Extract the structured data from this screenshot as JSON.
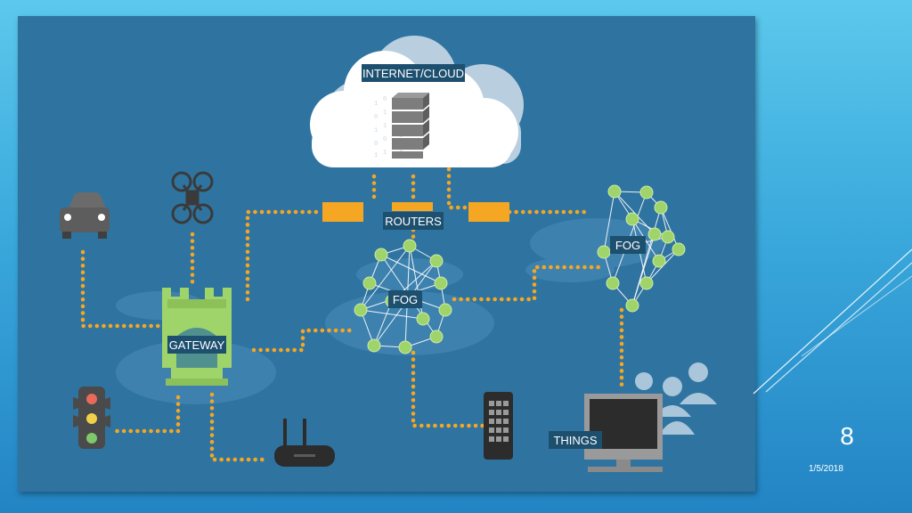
{
  "diagram": {
    "labels": {
      "cloud": "INTERNET/CLOUD",
      "routers": "ROUTERS",
      "fog_center": "FOG",
      "fog_right": "FOG",
      "gateway": "GATEWAY",
      "things": "THINGS"
    },
    "icons": [
      "cloud-icon",
      "server-stack-icon",
      "router-icon",
      "mesh-network-icon",
      "car-icon",
      "drone-icon",
      "castle-gateway-icon",
      "traffic-light-icon",
      "wifi-router-icon",
      "smartphone-icon",
      "monitor-icon",
      "people-icon"
    ],
    "colors": {
      "connector": "#f5a623",
      "fog_node": "#9fd46a",
      "gateway": "#9fd46a",
      "label_box": "#1d4f6f",
      "panel": "#2f74a0"
    }
  },
  "slide": {
    "page_number": "8",
    "date": "1/5/2018"
  }
}
